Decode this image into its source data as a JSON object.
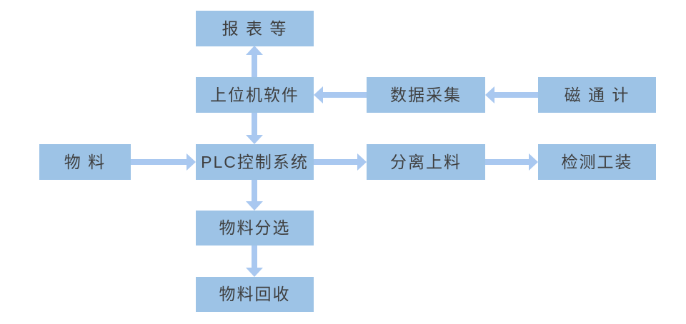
{
  "diagram": {
    "type": "flowchart",
    "colors": {
      "node_fill": "#9DC3E6",
      "arrow": "#A9C8F0",
      "text": "#3F3F3F",
      "background": "#FFFFFF"
    },
    "nodes": {
      "report": {
        "label": "报 表 等"
      },
      "host": {
        "label": "上位机软件"
      },
      "daq": {
        "label": "数据采集"
      },
      "fluxmeter": {
        "label": "磁 通 计"
      },
      "material": {
        "label": "物 料"
      },
      "plc": {
        "label": "PLC控制系统"
      },
      "feed": {
        "label": "分离上料"
      },
      "fixture": {
        "label": "检测工装"
      },
      "sorting": {
        "label": "物料分选"
      },
      "recycle": {
        "label": "物料回收"
      }
    },
    "edges": [
      {
        "from": "上位机软件",
        "to": "报 表 等",
        "direction": "up"
      },
      {
        "from": "数据采集",
        "to": "上位机软件",
        "direction": "left"
      },
      {
        "from": "磁 通 计",
        "to": "数据采集",
        "direction": "left"
      },
      {
        "from": "上位机软件",
        "to": "PLC控制系统",
        "direction": "down"
      },
      {
        "from": "物 料",
        "to": "PLC控制系统",
        "direction": "right"
      },
      {
        "from": "PLC控制系统",
        "to": "分离上料",
        "direction": "right"
      },
      {
        "from": "分离上料",
        "to": "检测工装",
        "direction": "right"
      },
      {
        "from": "PLC控制系统",
        "to": "物料分选",
        "direction": "down"
      },
      {
        "from": "物料分选",
        "to": "物料回收",
        "direction": "down"
      }
    ]
  }
}
